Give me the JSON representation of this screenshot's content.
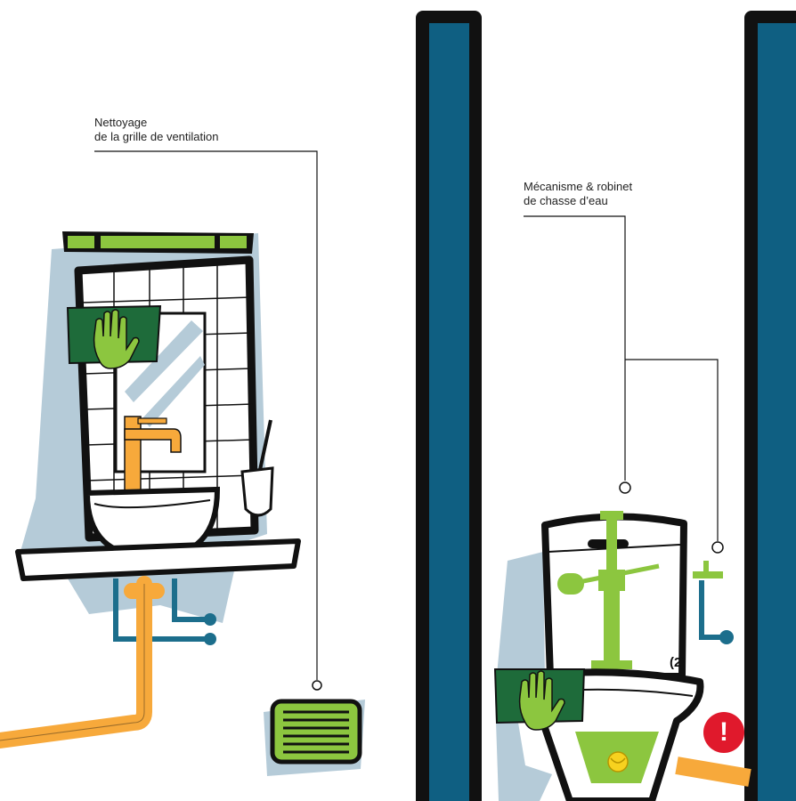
{
  "labels": {
    "ventilation": {
      "line1": "Nettoyage",
      "line2": "de la grille de ventilation"
    },
    "flush": {
      "line1": "Mécanisme & robinet",
      "line2": "de chasse d’eau"
    }
  },
  "badge": "(2)",
  "warning": {
    "glyph": "!",
    "icon": "warning-icon"
  },
  "colors": {
    "wall_blue": "#0f5f82",
    "green": "#8cc63f",
    "dark_green": "#1e6b3a",
    "orange": "#f7a93b",
    "pipe_blue": "#1c6e8c",
    "shadow": "#b5cbd8",
    "red": "#e0192c",
    "outline": "#111111"
  }
}
